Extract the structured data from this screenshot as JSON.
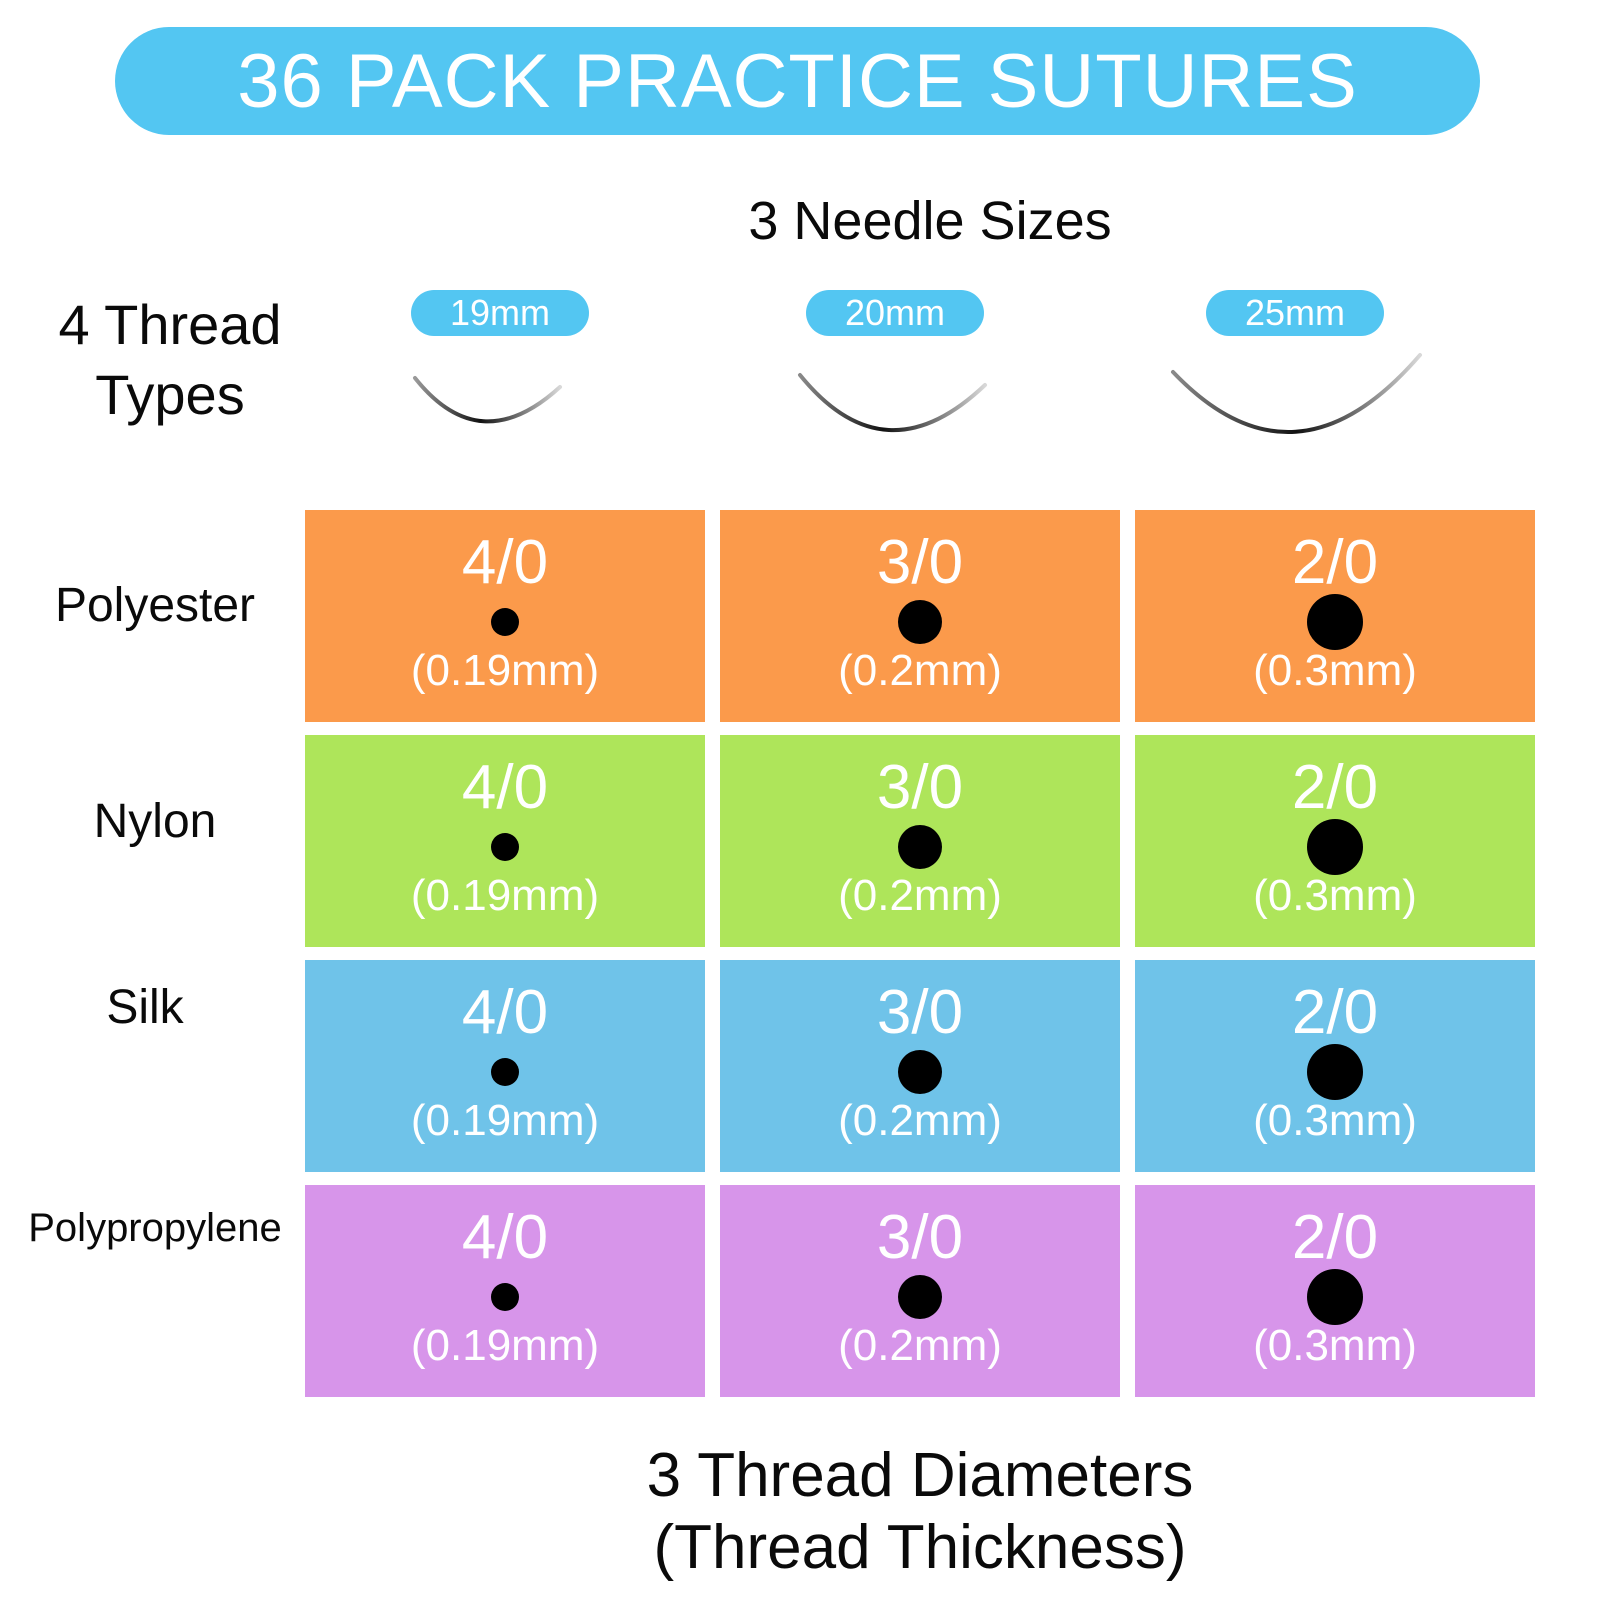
{
  "title": "36 PACK PRACTICE SUTURES",
  "needle_heading": "3 Needle Sizes",
  "thread_heading_line1": "4 Thread",
  "thread_heading_line2": "Types",
  "needles": [
    "19mm",
    "20mm",
    "25mm"
  ],
  "rows": [
    {
      "label": "Polyester",
      "color": "#fb9a4b"
    },
    {
      "label": "Nylon",
      "color": "#aee55a"
    },
    {
      "label": "Silk",
      "color": "#6fc3e9"
    },
    {
      "label": "Polypropylene",
      "color": "#d795ea"
    }
  ],
  "columns": [
    {
      "gauge": "4/0",
      "diameter": "(0.19mm)",
      "diameter_mm": 0.19
    },
    {
      "gauge": "3/0",
      "diameter": "(0.2mm)",
      "diameter_mm": 0.2
    },
    {
      "gauge": "2/0",
      "diameter": "(0.3mm)",
      "diameter_mm": 0.3
    }
  ],
  "bottom_title_line1": "3 Thread Diameters",
  "bottom_title_line2": "(Thread Thickness)",
  "colors": {
    "banner": "#53c6f2",
    "text_on_color": "#ffffff"
  }
}
